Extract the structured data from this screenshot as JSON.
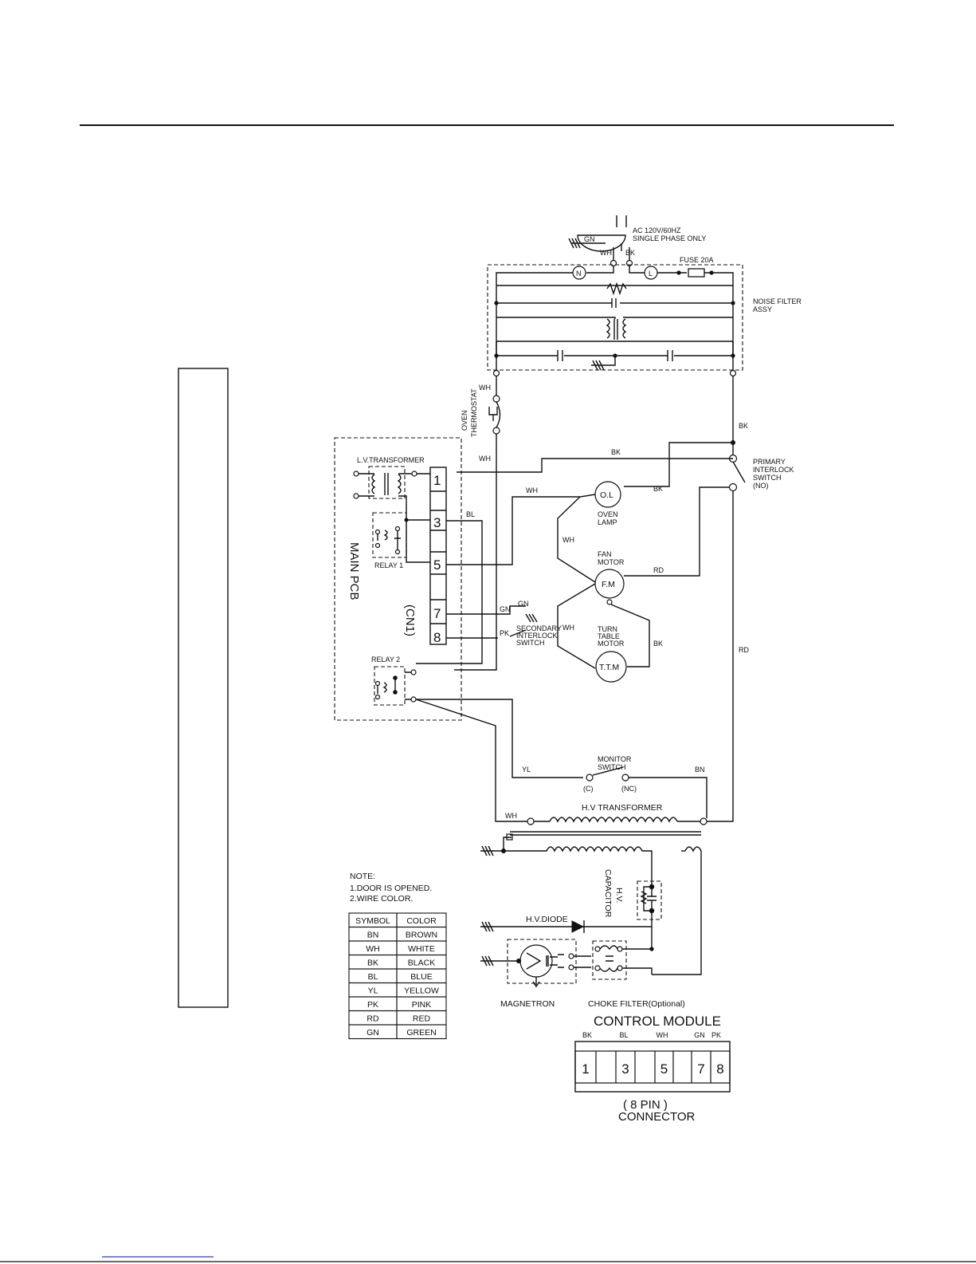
{
  "power": {
    "supply_line1": "AC 120V/60HZ",
    "supply_line2": "SINGLE PHASE ONLY",
    "fuse": "FUSE 20A",
    "neutral_mark": "N",
    "line_mark": "L"
  },
  "noise_filter": {
    "line1": "NOISE FILTER",
    "line2": "ASSY"
  },
  "thermostat": {
    "line1": "OVEN",
    "line2": "THERMOSTAT"
  },
  "pcb": {
    "title": "MAIN PCB",
    "lv_transformer": "L.V.TRANSFORMER",
    "relay1": "RELAY 1",
    "relay2": "RELAY 2",
    "connector": "(CN1)",
    "pins": [
      "1",
      "3",
      "5",
      "7",
      "8"
    ]
  },
  "primary_switch": {
    "line1": "PRIMARY",
    "line2": "INTERLOCK",
    "line3": "SWITCH",
    "line4": "(NO)"
  },
  "oven_lamp": {
    "symbol": "O.L",
    "line1": "OVEN",
    "line2": "LAMP"
  },
  "fan_motor": {
    "symbol": "F.M",
    "line1": "FAN",
    "line2": "MOTOR"
  },
  "turntable_motor": {
    "symbol": "T.T.M",
    "line1": "TURN",
    "line2": "TABLE",
    "line3": "MOTOR"
  },
  "secondary_switch": {
    "line1": "SECONDARY",
    "line2": "INTERLOCK",
    "line3": "SWITCH"
  },
  "monitor_switch": {
    "line1": "MONITOR",
    "line2": "SWITCH",
    "c": "(C)",
    "nc": "(NC)"
  },
  "hv": {
    "transformer": "H.V TRANSFORMER",
    "capacitor_line1": "H.V.",
    "capacitor_line2": "CAPACITOR",
    "diode": "H.V.DIODE",
    "magnetron": "MAGNETRON",
    "choke": "CHOKE FILTER(Optional)"
  },
  "wire_labels": {
    "gn": "GN",
    "wh": "WH",
    "bk": "BK",
    "bl": "BL",
    "rd": "RD",
    "yl": "YL",
    "bn": "BN",
    "pk": "PK"
  },
  "note": {
    "title": "NOTE:",
    "line1": "1.DOOR IS OPENED.",
    "line2": "2.WIRE COLOR."
  },
  "color_table": {
    "headers": [
      "SYMBOL",
      "COLOR"
    ],
    "rows": [
      [
        "BN",
        "BROWN"
      ],
      [
        "WH",
        "WHITE"
      ],
      [
        "BK",
        "BLACK"
      ],
      [
        "BL",
        "BLUE"
      ],
      [
        "YL",
        "YELLOW"
      ],
      [
        "PK",
        "PINK"
      ],
      [
        "RD",
        "RED"
      ],
      [
        "GN",
        "GREEN"
      ]
    ]
  },
  "control_module": {
    "title": "CONTROL MODULE",
    "wire_colors": [
      "BK",
      "BL",
      "WH",
      "GN",
      "PK"
    ],
    "pins": [
      "1",
      "3",
      "5",
      "7",
      "8"
    ],
    "caption1": "( 8 PIN )",
    "caption2": "CONNECTOR"
  }
}
